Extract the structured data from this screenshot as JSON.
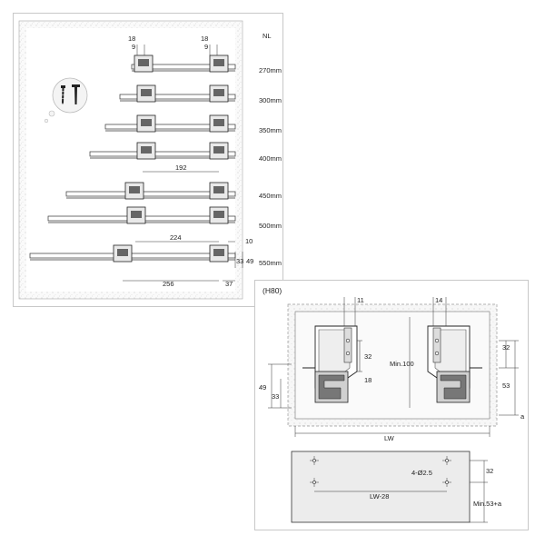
{
  "top_panel": {
    "column_header": "NL",
    "lengths": [
      "270mm",
      "300mm",
      "350mm",
      "400mm",
      "450mm",
      "500mm",
      "550mm"
    ],
    "dims": {
      "top_left": [
        "18",
        "9"
      ],
      "top_right": [
        "18",
        "9"
      ],
      "pitch_400": "192",
      "pitch_500": "224",
      "pitch_550": "256",
      "right_10": "10",
      "right_37": "37",
      "right_33": "33",
      "right_49": "49"
    }
  },
  "bottom_panel": {
    "title": "(H80)",
    "dims": {
      "d11": "11",
      "d14": "14",
      "d32_mid": "32",
      "d18": "18",
      "min100": "Min.100",
      "d49": "49",
      "d33": "33",
      "d32_right": "32",
      "d53": "53",
      "a": "a",
      "lw": "LW",
      "holes": "4-Ø2.5",
      "d32_plate": "32",
      "lw28": "LW-28",
      "min53a": "Min.53+a"
    }
  }
}
